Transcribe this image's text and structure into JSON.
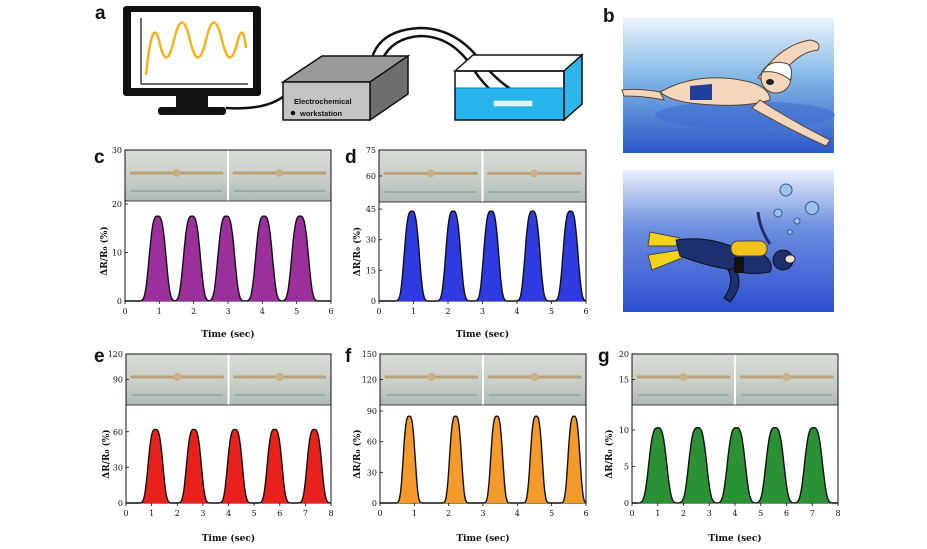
{
  "panel_a": {
    "label": "a",
    "workstation_line1": "Electrochemical",
    "workstation_line2": "workstation"
  },
  "panel_b": {
    "label": "b"
  },
  "chart_data": [
    {
      "panel": "c",
      "type": "area",
      "color": "#9b2f9b",
      "xlabel": "Time (sec)",
      "ylabel": "ΔR/R₀ (%)",
      "xlim": [
        0,
        6
      ],
      "xticks": [
        0,
        1,
        2,
        3,
        4,
        5,
        6
      ],
      "ylim": [
        0,
        30
      ],
      "yticks": [
        0,
        10,
        20,
        30
      ],
      "plot_ymax": 20,
      "peaks_x": [
        0.95,
        1.95,
        2.95,
        4.05,
        5.1
      ],
      "peak_y": 17.5,
      "baseline": 0,
      "peak_halfwidth": 0.28
    },
    {
      "panel": "d",
      "type": "area",
      "color": "#2e3be0",
      "xlabel": "Time (sec)",
      "ylabel": "ΔR/R₀ (%)",
      "xlim": [
        0,
        6
      ],
      "xticks": [
        0,
        1,
        2,
        3,
        4,
        5,
        6
      ],
      "ylim": [
        0,
        75
      ],
      "yticks": [
        0,
        15,
        30,
        45,
        60,
        75
      ],
      "plot_ymax": 47,
      "peaks_x": [
        0.95,
        2.15,
        3.25,
        4.45,
        5.55
      ],
      "peak_y": 44,
      "baseline": 0,
      "peak_halfwidth": 0.25
    },
    {
      "panel": "e",
      "type": "area",
      "color": "#e8211c",
      "xlabel": "Time (sec)",
      "ylabel": "ΔR/R₀ (%)",
      "xlim": [
        0,
        8
      ],
      "xticks": [
        0,
        1,
        2,
        3,
        4,
        5,
        6,
        7,
        8
      ],
      "ylim": [
        0,
        120
      ],
      "yticks": [
        0,
        30,
        60,
        90,
        120
      ],
      "plot_ymax": 80,
      "peaks_x": [
        1.15,
        2.65,
        4.25,
        5.8,
        7.35
      ],
      "peak_y": 62,
      "baseline": 0,
      "peak_halfwidth": 0.33
    },
    {
      "panel": "f",
      "type": "area",
      "color": "#f39a2b",
      "xlabel": "Time (sec)",
      "ylabel": "ΔR/R₀ (%)",
      "xlim": [
        0,
        6
      ],
      "xticks": [
        0,
        1,
        2,
        3,
        4,
        5,
        6
      ],
      "ylim": [
        0,
        150
      ],
      "yticks": [
        0,
        30,
        60,
        90,
        120,
        150
      ],
      "plot_ymax": 93,
      "peaks_x": [
        0.85,
        2.2,
        3.4,
        4.55,
        5.65
      ],
      "peak_y": 85,
      "baseline": 0,
      "peak_halfwidth": 0.2
    },
    {
      "panel": "g",
      "type": "area",
      "color": "#2a9135",
      "xlabel": "Time (sec)",
      "ylabel": "ΔR/R₀ (%)",
      "xlim": [
        0,
        8
      ],
      "xticks": [
        0,
        1,
        2,
        3,
        4,
        5,
        6,
        7,
        8
      ],
      "ylim": [
        0,
        20
      ],
      "yticks": [
        0,
        5,
        10,
        15,
        20
      ],
      "plot_ymax": 13,
      "peaks_x": [
        1.0,
        2.55,
        4.05,
        5.55,
        7.05
      ],
      "peak_y": 10.3,
      "baseline": 0,
      "peak_halfwidth": 0.4
    }
  ]
}
